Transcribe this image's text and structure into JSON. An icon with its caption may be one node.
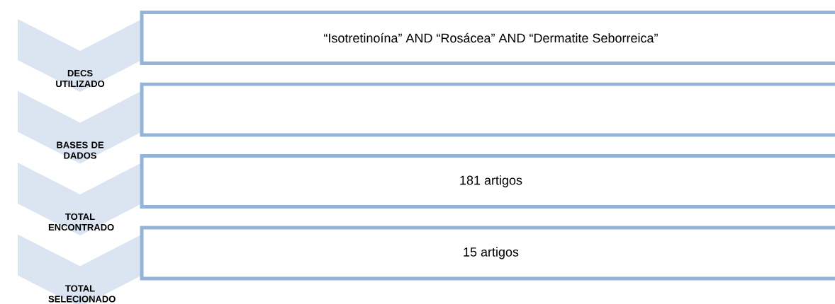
{
  "diagram": {
    "nodes": [
      {
        "text": [
          "DECS UTILIZADO"
        ]
      },
      {
        "text": [
          "“Isotretinoína” AND “Rosácea” AND “Dermatite Seborreica”"
        ]
      },
      {
        "text": [
          "BASES DE DADOS"
        ]
      },
      {
        "text": [],
        "shape": "box"
      },
      {
        "text": [
          "TOTAL ENCONTRADO"
        ]
      },
      {
        "text": [
          "181 artigos"
        ]
      },
      {
        "text": [
          "TOTAL SELECIONADO"
        ]
      },
      {
        "text": [
          "15 artigos"
        ]
      }
    ]
  }
}
